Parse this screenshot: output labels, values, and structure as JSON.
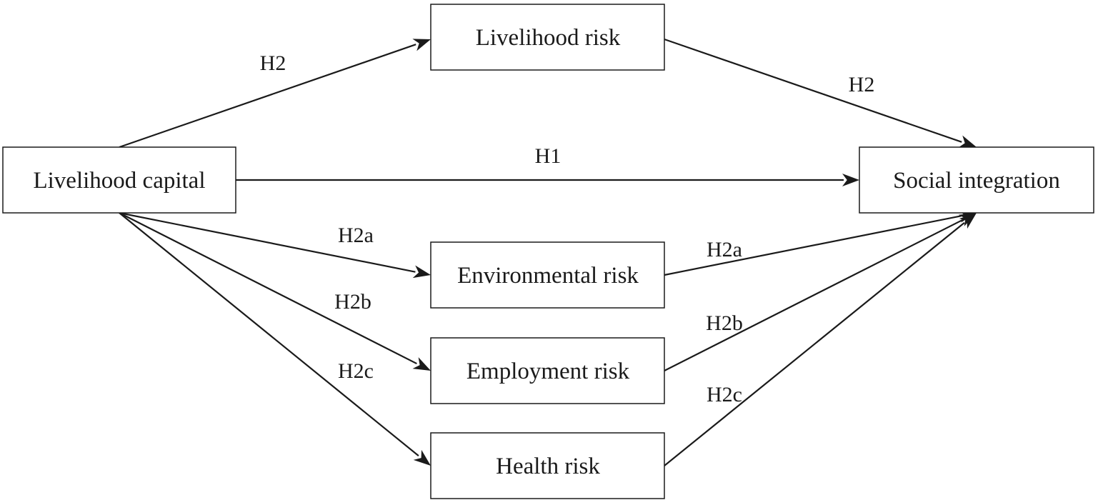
{
  "nodes": {
    "livelihood_capital": {
      "label": "Livelihood capital"
    },
    "livelihood_risk": {
      "label": "Livelihood risk"
    },
    "social_integration": {
      "label": "Social integration"
    },
    "environmental_risk": {
      "label": "Environmental risk"
    },
    "employment_risk": {
      "label": "Employment risk"
    },
    "health_risk": {
      "label": "Health risk"
    }
  },
  "edges": [
    {
      "id": "capital-to-livelihood-risk",
      "from": "livelihood_capital",
      "to": "livelihood_risk",
      "label": "H2"
    },
    {
      "id": "livelihood-risk-to-integration",
      "from": "livelihood_risk",
      "to": "social_integration",
      "label": "H2"
    },
    {
      "id": "capital-to-integration",
      "from": "livelihood_capital",
      "to": "social_integration",
      "label": "H1"
    },
    {
      "id": "capital-to-environmental-risk",
      "from": "livelihood_capital",
      "to": "environmental_risk",
      "label": "H2a"
    },
    {
      "id": "environmental-risk-to-integration",
      "from": "environmental_risk",
      "to": "social_integration",
      "label": "H2a"
    },
    {
      "id": "capital-to-employment-risk",
      "from": "livelihood_capital",
      "to": "employment_risk",
      "label": "H2b"
    },
    {
      "id": "employment-risk-to-integration",
      "from": "employment_risk",
      "to": "social_integration",
      "label": "H2b"
    },
    {
      "id": "capital-to-health-risk",
      "from": "livelihood_capital",
      "to": "health_risk",
      "label": "H2c"
    },
    {
      "id": "health-risk-to-integration",
      "from": "health_risk",
      "to": "social_integration",
      "label": "H2c"
    }
  ]
}
